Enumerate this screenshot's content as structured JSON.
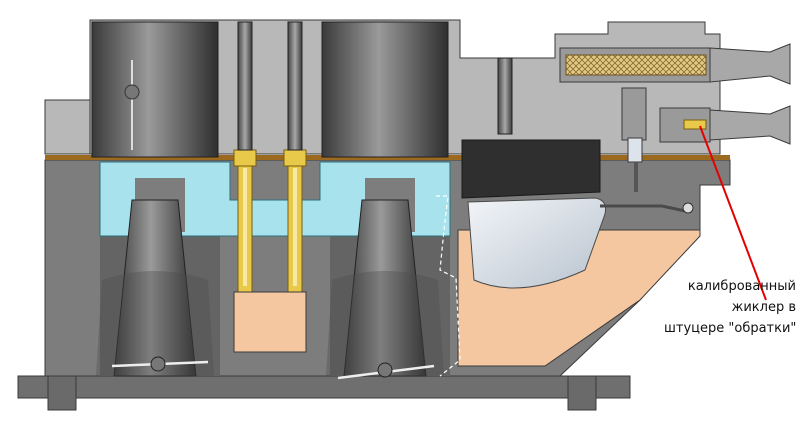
{
  "annotation": {
    "lines": [
      "калиброванный",
      "жиклер в",
      "штуцере \"обратки\""
    ]
  },
  "colors": {
    "body": "#7d7d7d",
    "body_dark": "#5f5f5f",
    "cover": "#b8b8b8",
    "channel": "#a8e2ec",
    "fuel": "#f4c7a0",
    "brass": "#e8c94a",
    "gasket": "#9c6a1e",
    "pointer": "#e30000",
    "float": "#dde3ea",
    "filter": "#e2c98a"
  }
}
